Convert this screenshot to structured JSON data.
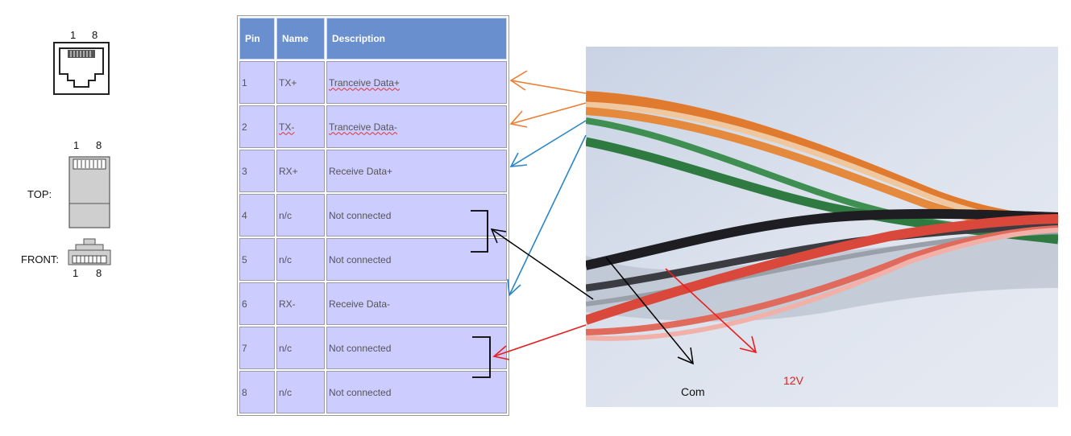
{
  "jack": {
    "pin_left": "1",
    "pin_right": "8"
  },
  "plug": {
    "top_pin_left": "1",
    "top_pin_right": "8",
    "top_label": "TOP:",
    "front_label": "FRONT:",
    "bottom_pin_left": "1",
    "bottom_pin_right": "8"
  },
  "table": {
    "headers": [
      "Pin",
      "Name",
      "Description"
    ],
    "rows": [
      {
        "pin": "1",
        "name": "TX+",
        "desc": "Tranceive Data+"
      },
      {
        "pin": "2",
        "name": "TX-",
        "desc": "Tranceive Data-"
      },
      {
        "pin": "3",
        "name": "RX+",
        "desc": "Receive Data+"
      },
      {
        "pin": "4",
        "name": "n/c",
        "desc": "Not connected"
      },
      {
        "pin": "5",
        "name": "n/c",
        "desc": "Not connected"
      },
      {
        "pin": "6",
        "name": "RX-",
        "desc": "Receive Data-"
      },
      {
        "pin": "7",
        "name": "n/c",
        "desc": "Not connected"
      },
      {
        "pin": "8",
        "name": "n/c",
        "desc": "Not connected"
      }
    ]
  },
  "photo": {
    "label_com": "Com",
    "label_12v": "12V"
  },
  "colors": {
    "orange_arrow": "#ef7d33",
    "blue_arrow": "#2a86c8",
    "black_arrow": "#000000",
    "red_arrow": "#e82020",
    "header_bg": "#6a8fcf",
    "cell_bg": "#ccccff"
  }
}
